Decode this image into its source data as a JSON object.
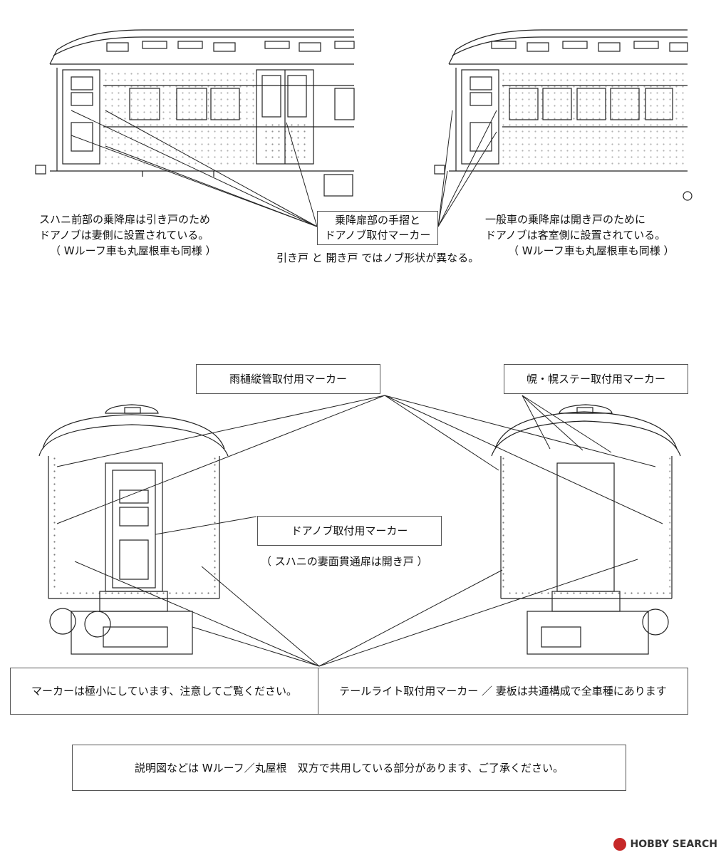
{
  "colors": {
    "line": "#222222",
    "box_border": "#555555",
    "watermark_accent": "#c62828"
  },
  "top": {
    "left_note": {
      "line1": "スハニ前部の乗降扉は引き戸のため",
      "line2": "ドアノブは妻側に設置されている。",
      "line3": "（ Wルーフ車も丸屋根車も同様 ）"
    },
    "center_box": {
      "line1": "乗降扉部の手摺と",
      "line2": "ドアノブ取付マーカー"
    },
    "right_note": {
      "line1": "一般車の乗降扉は開き戸のために",
      "line2": "ドアノブは客室側に設置されている。",
      "line3": "（ Wルーフ車も丸屋根車も同様 ）"
    },
    "knob_note": "引き戸 と 開き戸 ではノブ形状が異なる。"
  },
  "bottom": {
    "gutter_marker": "雨樋縦管取付用マーカー",
    "hood_marker": "幌・幌ステー取付用マーカー",
    "doorknob_marker": "ドアノブ取付用マーカー",
    "door_note": "（ スハニの妻面貫通扉は開き戸 ）",
    "small_marker_note": "マーカーは極小にしています、注意してご覧ください。",
    "taillight_note": "テールライト取付用マーカー ／ 妻板は共通構成で全車種にあります",
    "shared_note": "説明図などは Wルーフ／丸屋根　双方で共用している部分があります、ご了承ください。"
  },
  "watermark": {
    "text": "HOBBY SEARCH",
    "icon": "hobbysearch-logo-icon"
  }
}
